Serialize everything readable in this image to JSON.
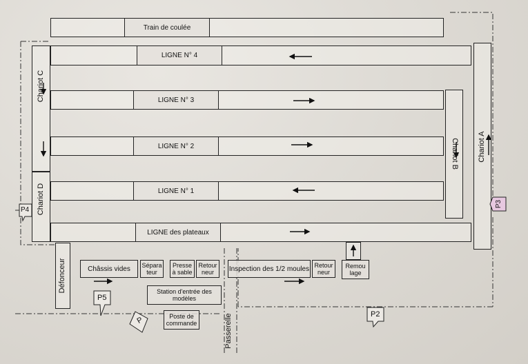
{
  "labels": {
    "train": "Train de coulée",
    "ligne4": "LIGNE   N° 4",
    "ligne3": "LIGNE   N°  3",
    "ligne2": "LIGNE   N° 2",
    "ligne1": "LIGNE   N° 1",
    "plateaux": "LIGNE   des plateaux",
    "chariot_a": "Chariot A",
    "chariot_b": "Chariot B",
    "chariot_c": "Chariot C",
    "chariot_d": "Chariot D",
    "defonceur": "Défonceur",
    "chassis": "Châssis vides",
    "separateur": "Sépara teur",
    "presse": "Presse à sable",
    "retour1": "Retour neur",
    "inspection": "Inspection des 1/2 moules",
    "retour2": "Retour neur",
    "remoulage": "Remou lage",
    "station": "Station d'entrée des modèles",
    "poste": "Poste de commande",
    "passerelle": "Passerelle",
    "p1": "P",
    "p2": "P2",
    "p3": "P3",
    "p4": "P4",
    "p5": "P5"
  },
  "colors": {
    "p3_fill": "#e7c8e0",
    "line": "#222222"
  }
}
